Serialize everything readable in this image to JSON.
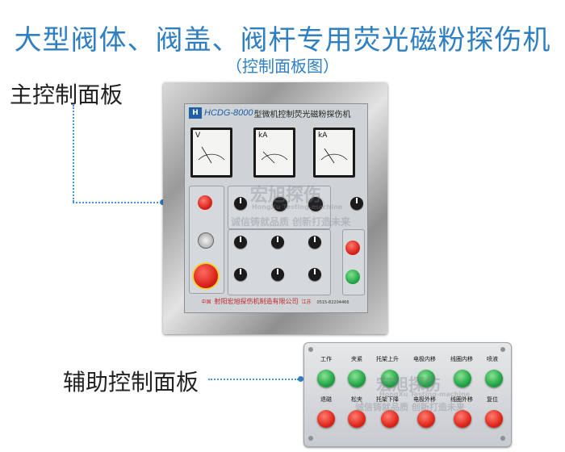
{
  "header": {
    "title": "大型阀体、阀盖、阀杆专用荧光磁粉探伤机",
    "subtitle": "（控制面板图）"
  },
  "labels": {
    "main_panel": "主控制面板",
    "aux_panel": "辅助控制面板"
  },
  "main_panel": {
    "logo": "H",
    "model": "HCDG-8000",
    "name": "型微机控制荧光磁粉探伤机",
    "meters": [
      {
        "unit": "V"
      },
      {
        "unit": "kA"
      },
      {
        "unit": "kA"
      }
    ],
    "manufacturer": {
      "country": "中国",
      "name": "射阳宏旭探伤机制造有限公司",
      "region": "江苏",
      "phone": "0515-82204466"
    }
  },
  "watermark": {
    "brand": "宏旭探伤",
    "english": "HongXu Testing-machine",
    "slogan": "诚信铸就品质 创新打造未来"
  },
  "aux_panel": {
    "top_row": [
      "工作",
      "夹紧",
      "托架上升",
      "电极内移",
      "线圈内移",
      "喷液"
    ],
    "bottom_row": [
      "退磁",
      "松夹",
      "托架下降",
      "电极外移",
      "线圈外移",
      "复位"
    ]
  },
  "colors": {
    "title": "#2f7fc1",
    "button_green": "#27a84a",
    "button_red": "#e1261c"
  }
}
